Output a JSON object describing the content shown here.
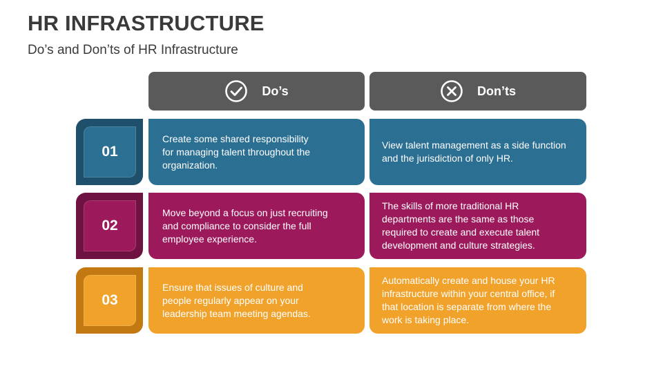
{
  "title": "HR INFRASTRUCTURE",
  "subtitle": "Do’s and Don’ts of HR Infrastructure",
  "headers": {
    "dos": "Do’s",
    "donts": "Don’ts",
    "dos_icon": "check-circle-icon",
    "donts_icon": "x-circle-icon"
  },
  "colors": {
    "header": "#5a5a5a",
    "row1": "#2b6f93",
    "row1_dark": "#1e4f6b",
    "row2": "#9c1a5b",
    "row2_dark": "#6e1241",
    "row3": "#f0a22b",
    "row3_dark": "#c27912"
  },
  "rows": [
    {
      "number": "01",
      "do": "Create some shared responsibility for managing talent throughout the organization.",
      "dont": "View talent management as a side function and the jurisdiction of only HR."
    },
    {
      "number": "02",
      "do": "Move beyond a focus on just recruiting and compliance to consider the full employee experience.",
      "dont": "The skills of more traditional HR departments are the same as those required to create and execute talent development and culture strategies."
    },
    {
      "number": "03",
      "do": "Ensure that issues of culture and people regularly appear on your leadership team meeting agendas.",
      "dont": "Automatically create and house your HR infrastructure within your central office, if that location is separate from where the work is taking place."
    }
  ]
}
